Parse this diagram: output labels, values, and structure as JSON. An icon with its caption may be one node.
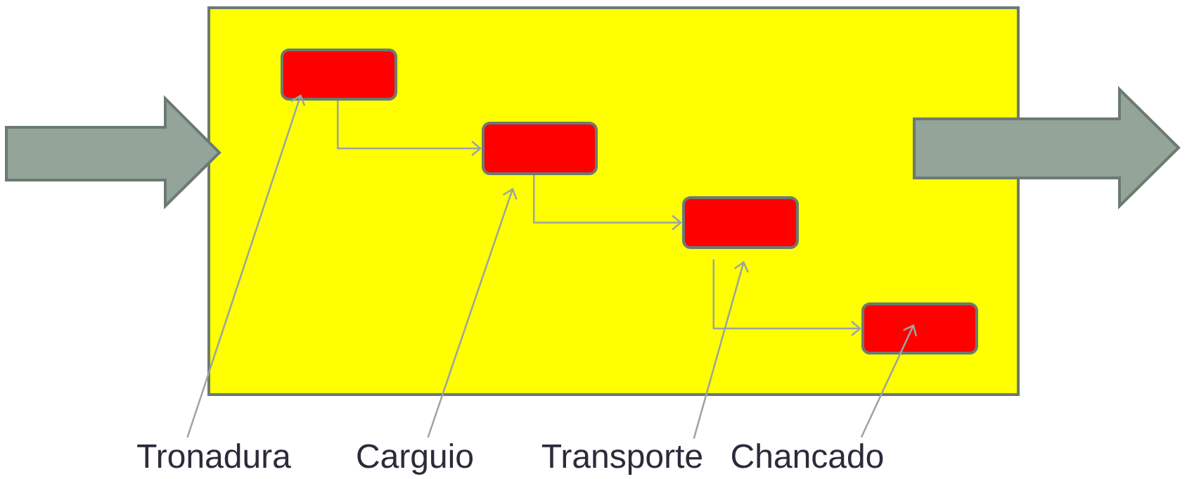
{
  "diagram": {
    "nodes": [
      {
        "text": [],
        "shape": "box"
      },
      {
        "text": [],
        "shape": "box",
        "in": 0
      },
      {
        "text": [],
        "shape": "box",
        "in": 0
      },
      {
        "text": [],
        "shape": "box",
        "in": 0
      },
      {
        "text": [],
        "shape": "box",
        "in": 0
      },
      {
        "text": [
          "Tronadura"
        ]
      },
      {
        "text": [
          "Carguio"
        ]
      },
      {
        "text": [
          "Transporte"
        ]
      },
      {
        "text": [
          "Chancado"
        ]
      }
    ],
    "edges": [
      {
        "from": null,
        "to": 0,
        "arrow": "to",
        "style": "thick"
      },
      {
        "from": 0,
        "to": null,
        "arrow": "to",
        "style": "thick"
      },
      {
        "from": 1,
        "to": 2,
        "arrow": "to"
      },
      {
        "from": 2,
        "to": 3,
        "arrow": "to"
      },
      {
        "from": 3,
        "to": 4,
        "arrow": "to"
      },
      {
        "from": 5,
        "to": 1,
        "arrow": "to"
      },
      {
        "from": 6,
        "to": 2,
        "arrow": "to"
      },
      {
        "from": 7,
        "to": 3,
        "arrow": "to"
      },
      {
        "from": 8,
        "to": 4,
        "arrow": "to"
      }
    ]
  }
}
